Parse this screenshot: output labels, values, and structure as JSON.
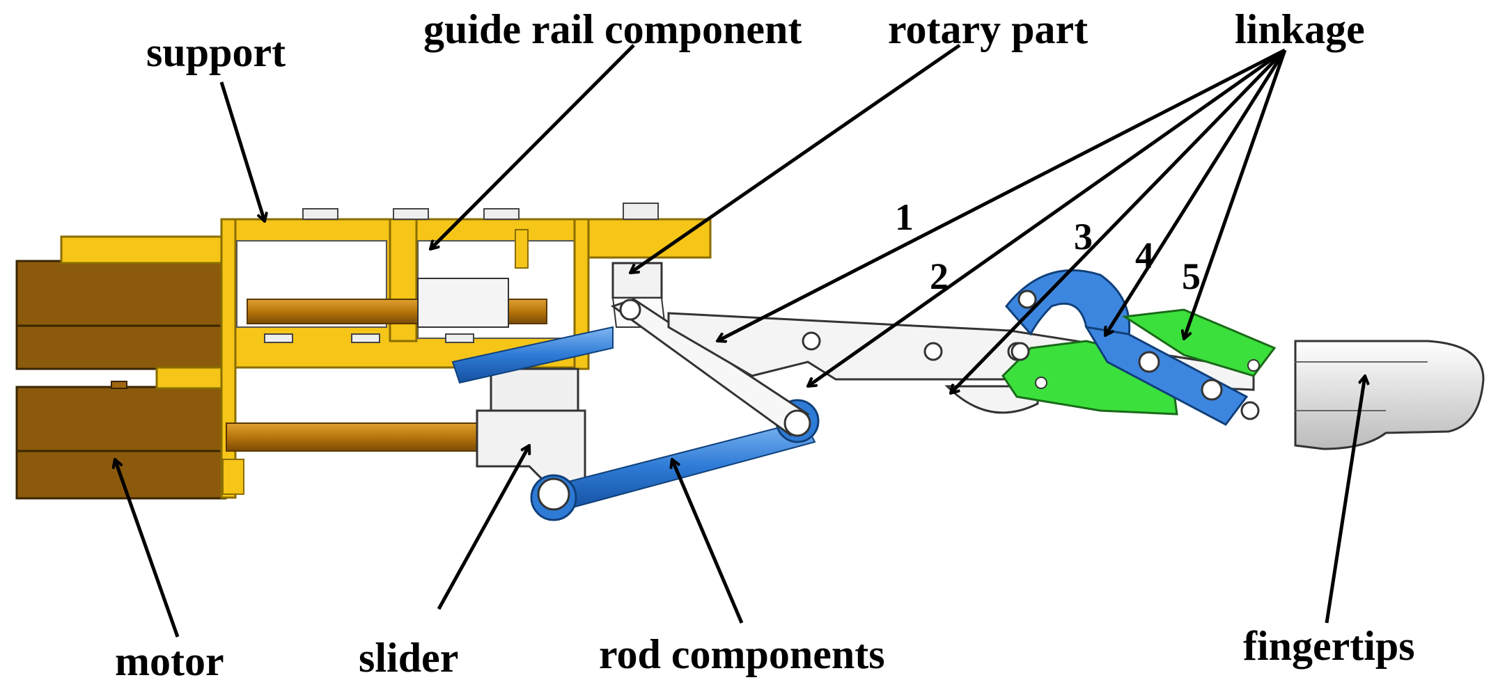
{
  "labels": {
    "support": "support",
    "guide_rail_component": "guide rail component",
    "rotary_part": "rotary part",
    "linkage": "linkage",
    "motor": "motor",
    "slider": "slider",
    "rod_components": "rod components",
    "fingertips": "fingertips"
  },
  "linkage_numbers": [
    "1",
    "2",
    "3",
    "4",
    "5"
  ],
  "colors": {
    "support": "#F5C518",
    "motor": "#8B5A0C",
    "rod_blue": "#2E7BD6",
    "linkage_blue": "#3D86E0",
    "linkage_green": "#3CE03C",
    "shaft": "#B8860B",
    "outline": "#222222",
    "metal": "#F2F2F2"
  }
}
